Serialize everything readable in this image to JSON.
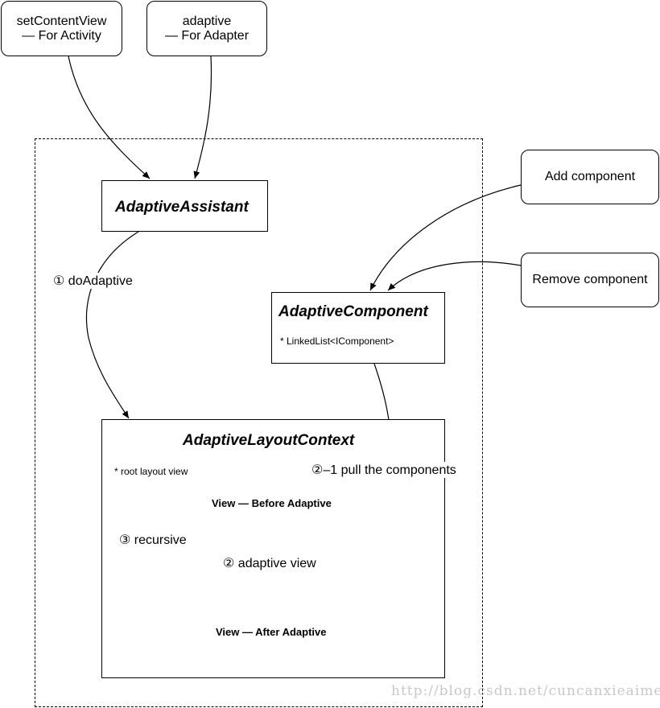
{
  "top_left": {
    "line1": "setContentView",
    "line2": "— For Activity"
  },
  "top_right": {
    "line1": "adaptive",
    "line2": "— For Adapter"
  },
  "add_component": "Add component",
  "remove_component": "Remove component",
  "assistant": {
    "title": "AdaptiveAssistant"
  },
  "component": {
    "title": "AdaptiveComponent",
    "note": "* LinkedList<IComponent>"
  },
  "layout_context": {
    "title": "AdaptiveLayoutContext",
    "note": "* root layout view"
  },
  "labels": {
    "do_adaptive": "① doAdaptive",
    "pull_components": "②–1 pull the components",
    "recursive": "③ recursive",
    "adaptive_view": "② adaptive view"
  },
  "views": {
    "before": "View — Before Adaptive",
    "after": "View — After Adaptive"
  },
  "watermark": "http://blog.csdn.net/cuncanxieaimei"
}
